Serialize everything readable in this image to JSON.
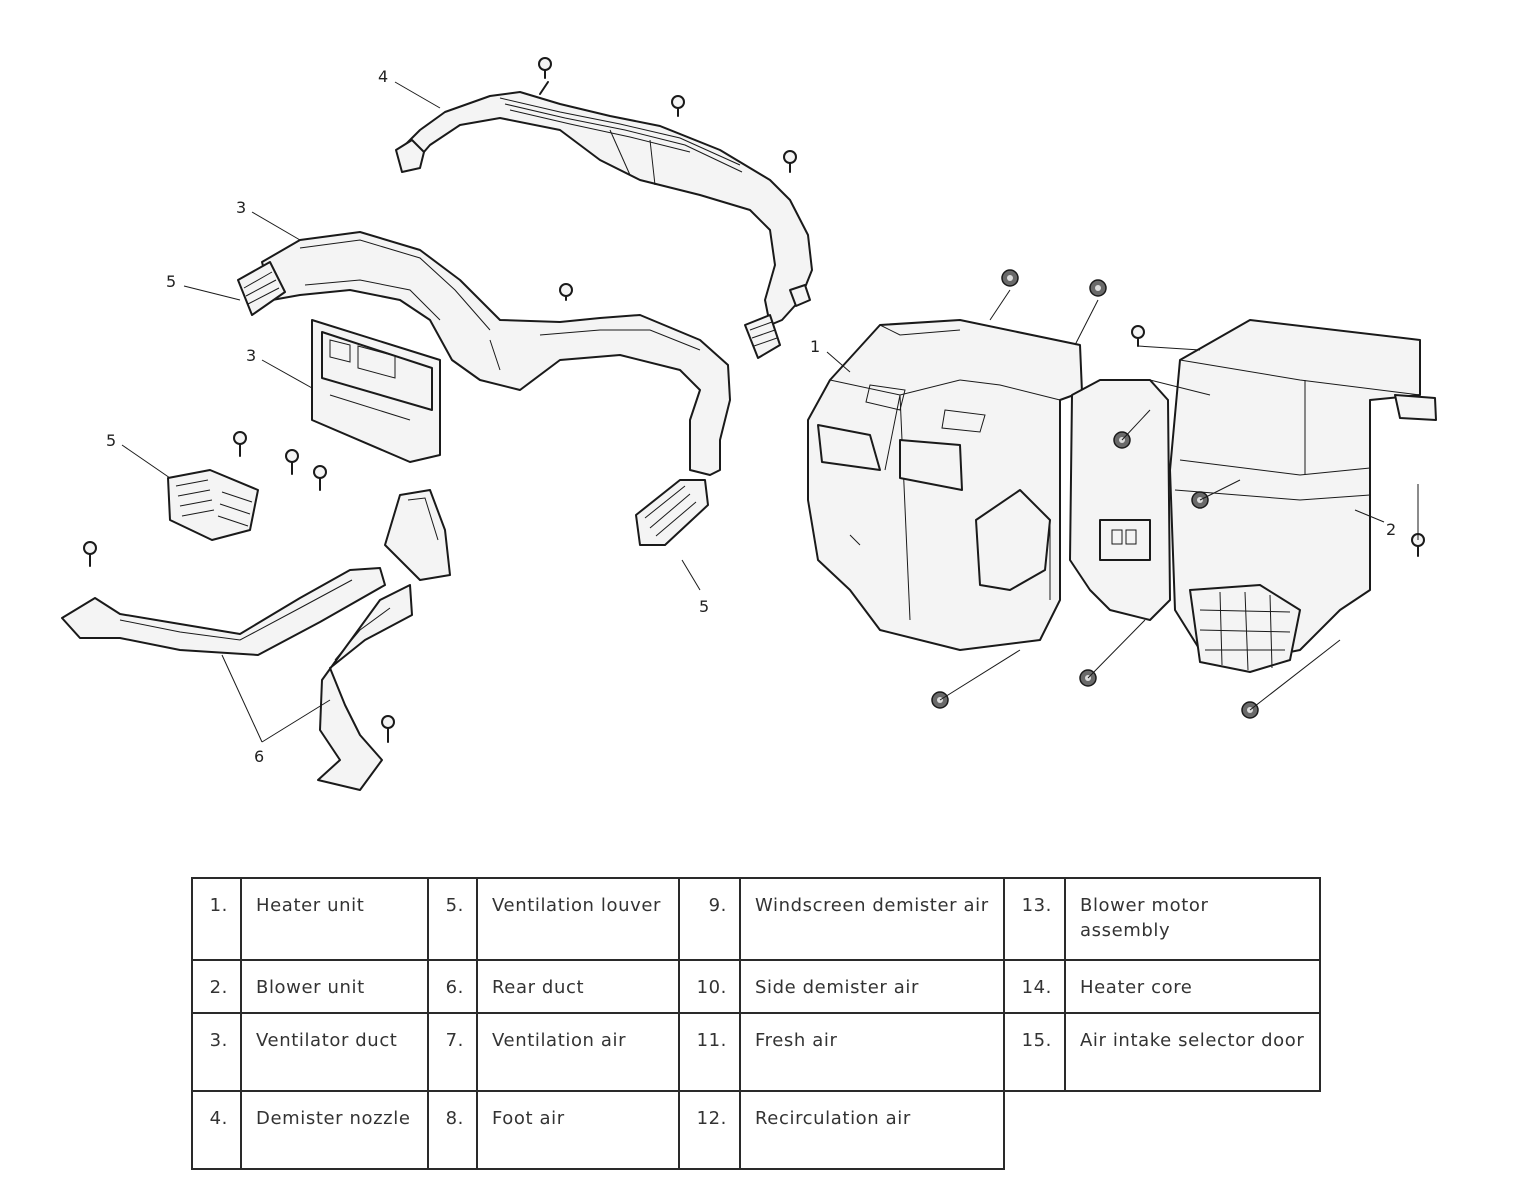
{
  "callouts": {
    "c1": "1",
    "c2": "2",
    "c3a": "3",
    "c3b": "3",
    "c4": "4",
    "c5a": "5",
    "c5b": "5",
    "c5c": "5",
    "c6": "6"
  },
  "legend": [
    [
      {
        "num": "1.",
        "label": "Heater unit"
      },
      {
        "num": "5.",
        "label": "Ventilation louver"
      },
      {
        "num": "9.",
        "label": "Windscreen demister air"
      },
      {
        "num": "13.",
        "label": "Blower motor assembly"
      }
    ],
    [
      {
        "num": "2.",
        "label": "Blower unit"
      },
      {
        "num": "6.",
        "label": "Rear duct"
      },
      {
        "num": "10.",
        "label": "Side demister air"
      },
      {
        "num": "14.",
        "label": "Heater core"
      }
    ],
    [
      {
        "num": "3.",
        "label": "Ventilator duct"
      },
      {
        "num": "7.",
        "label": "Ventilation air"
      },
      {
        "num": "11.",
        "label": "Fresh air"
      },
      {
        "num": "15.",
        "label": "Air intake selector door"
      }
    ],
    [
      {
        "num": "4.",
        "label": "Demister nozzle"
      },
      {
        "num": "8.",
        "label": "Foot air"
      },
      {
        "num": "12.",
        "label": "Recirculation air"
      }
    ]
  ]
}
